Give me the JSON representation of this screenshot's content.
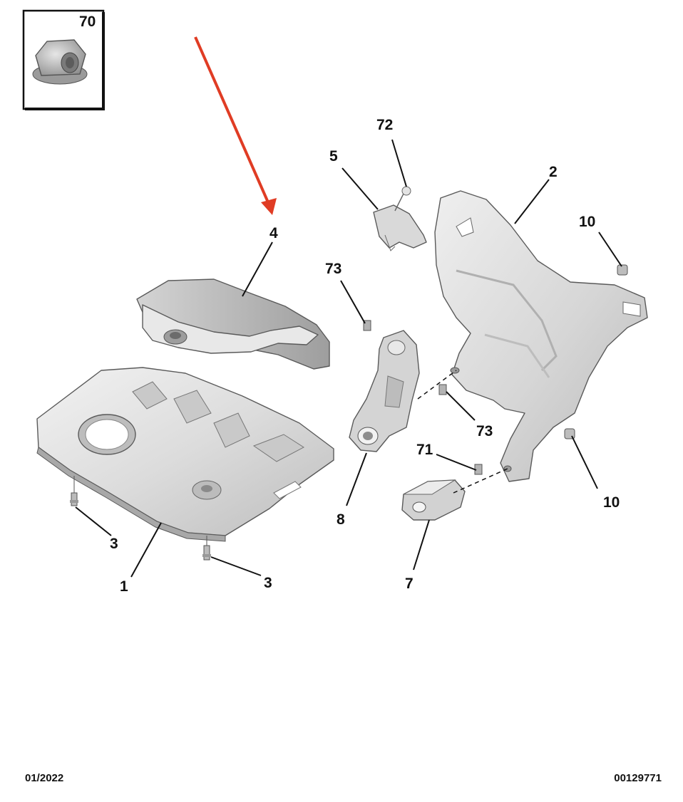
{
  "inset": {
    "label": "70"
  },
  "callouts": {
    "c70": "70",
    "c72": "72",
    "c5": "5",
    "c2": "2",
    "c4": "4",
    "c10a": "10",
    "c73a": "73",
    "c73b": "73",
    "c71": "71",
    "c10b": "10",
    "c8": "8",
    "c3a": "3",
    "c3b": "3",
    "c1": "1",
    "c7": "7"
  },
  "footer": {
    "date": "01/2022",
    "reference": "00129771"
  },
  "colors": {
    "highlight_arrow": "#e03c24",
    "part_fill": "#dcdcdc",
    "line": "#111111"
  }
}
